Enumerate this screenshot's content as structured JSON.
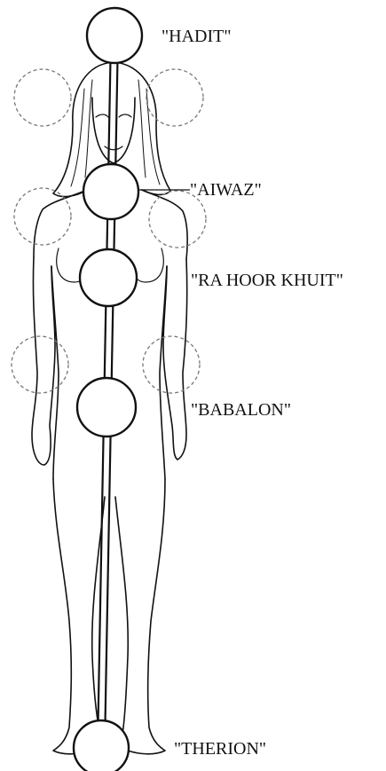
{
  "labels": {
    "hadit": "\"HADIT\"",
    "aiwaz": "\"AIWAZ\"",
    "ra_hoor_khuit": "\"RA HOOR KHUIT\"",
    "babalon": "\"BABALON\"",
    "therion": "\"THERION\""
  },
  "colors": {
    "line": "#111111",
    "dashed_circle": "#777777",
    "background": "#ffffff"
  }
}
